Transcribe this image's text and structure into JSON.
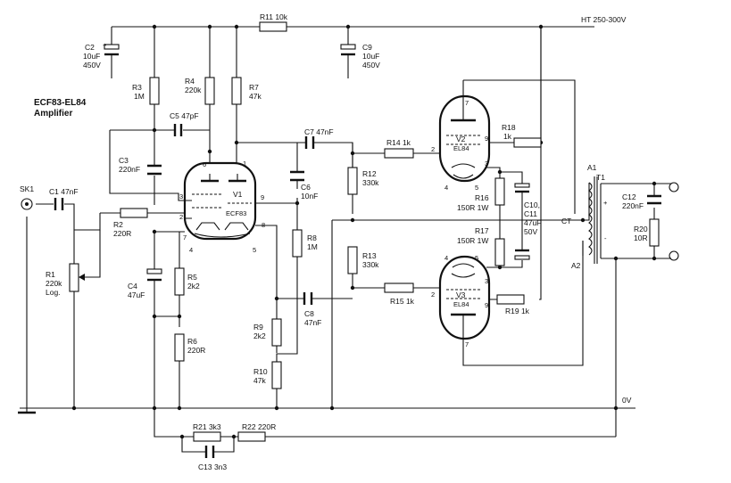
{
  "title": "ECF83-EL84",
  "subtitle": "Amplifier",
  "supply_label": "HT 250-300V",
  "ground_label": "0V",
  "components": {
    "sk1": "SK1",
    "c1": "C1 47nF",
    "r1": [
      "R1",
      "220k",
      "Log."
    ],
    "r2": [
      "R2",
      "220R"
    ],
    "c2": [
      "C2",
      "10uF",
      "450V"
    ],
    "r3": [
      "R3",
      "1M"
    ],
    "c3": [
      "C3",
      "220nF"
    ],
    "c4": [
      "C4",
      "47uF"
    ],
    "r4": [
      "R4",
      "220k"
    ],
    "c5": "C5 47pF",
    "r5": [
      "R5",
      "2k2"
    ],
    "r6": [
      "R6",
      "220R"
    ],
    "r7": [
      "R7",
      "47k"
    ],
    "v1": [
      "V1",
      "ECF83"
    ],
    "c6": [
      "C6",
      "10nF"
    ],
    "r8": [
      "R8",
      "1M"
    ],
    "r9": [
      "R9",
      "2k2"
    ],
    "r10": [
      "R10",
      "47k"
    ],
    "r11": "R11 10k",
    "c7": "C7 47nF",
    "c8": [
      "C8",
      "47nF"
    ],
    "c9": [
      "C9",
      "10uF",
      "450V"
    ],
    "r12": [
      "R12",
      "330k"
    ],
    "r13": [
      "R13",
      "330k"
    ],
    "r14": "R14 1k",
    "r15": "R15 1k",
    "v2": [
      "V2",
      "EL84"
    ],
    "v3": [
      "V3",
      "EL84"
    ],
    "r16": [
      "R16",
      "150R 1W"
    ],
    "r17": [
      "R17",
      "150R 1W"
    ],
    "c10_11": [
      "C10,",
      "C11",
      "47uF",
      "50V"
    ],
    "r18": [
      "R18",
      "1k"
    ],
    "r19": "R19 1k",
    "t1": [
      "A1",
      "T1",
      "CT",
      "A2"
    ],
    "c12": [
      "C12",
      "220nF"
    ],
    "r20": [
      "R20",
      "10R"
    ],
    "r21": "R21 3k3",
    "r22": "R22 220R",
    "c13": "C13 3n3"
  },
  "pins": {
    "v1": [
      "6",
      "1",
      "3",
      "9",
      "2",
      "7",
      "4",
      "5",
      "8"
    ],
    "v2": [
      "7",
      "2",
      "9",
      "3",
      "4",
      "5"
    ],
    "v3": [
      "4",
      "5",
      "3",
      "2",
      "9",
      "7"
    ],
    "t1_polarity": [
      "+",
      "-"
    ]
  }
}
